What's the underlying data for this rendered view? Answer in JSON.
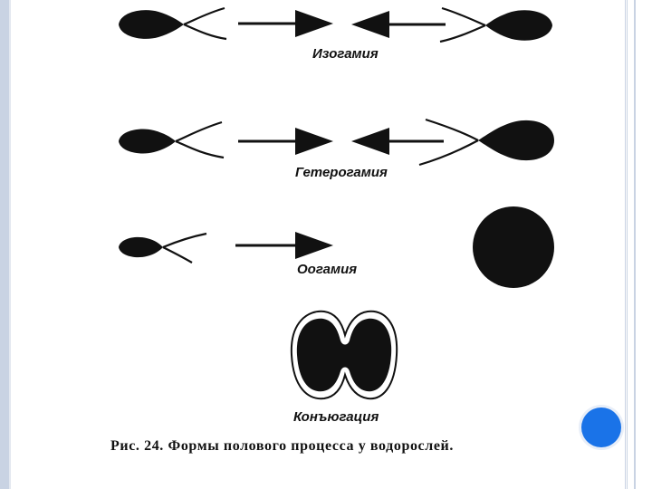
{
  "labels": {
    "isogamy": "Изогамия",
    "heterogamy": "Гетерогамия",
    "oogamy": "Оогамия",
    "conjugation": "Конъюгация"
  },
  "caption": "Рис. 24. Формы полового процесса у водорослей.",
  "colors": {
    "ink": "#111111",
    "frame": "#c9d3e3",
    "nav_button": "#1a73e8"
  }
}
